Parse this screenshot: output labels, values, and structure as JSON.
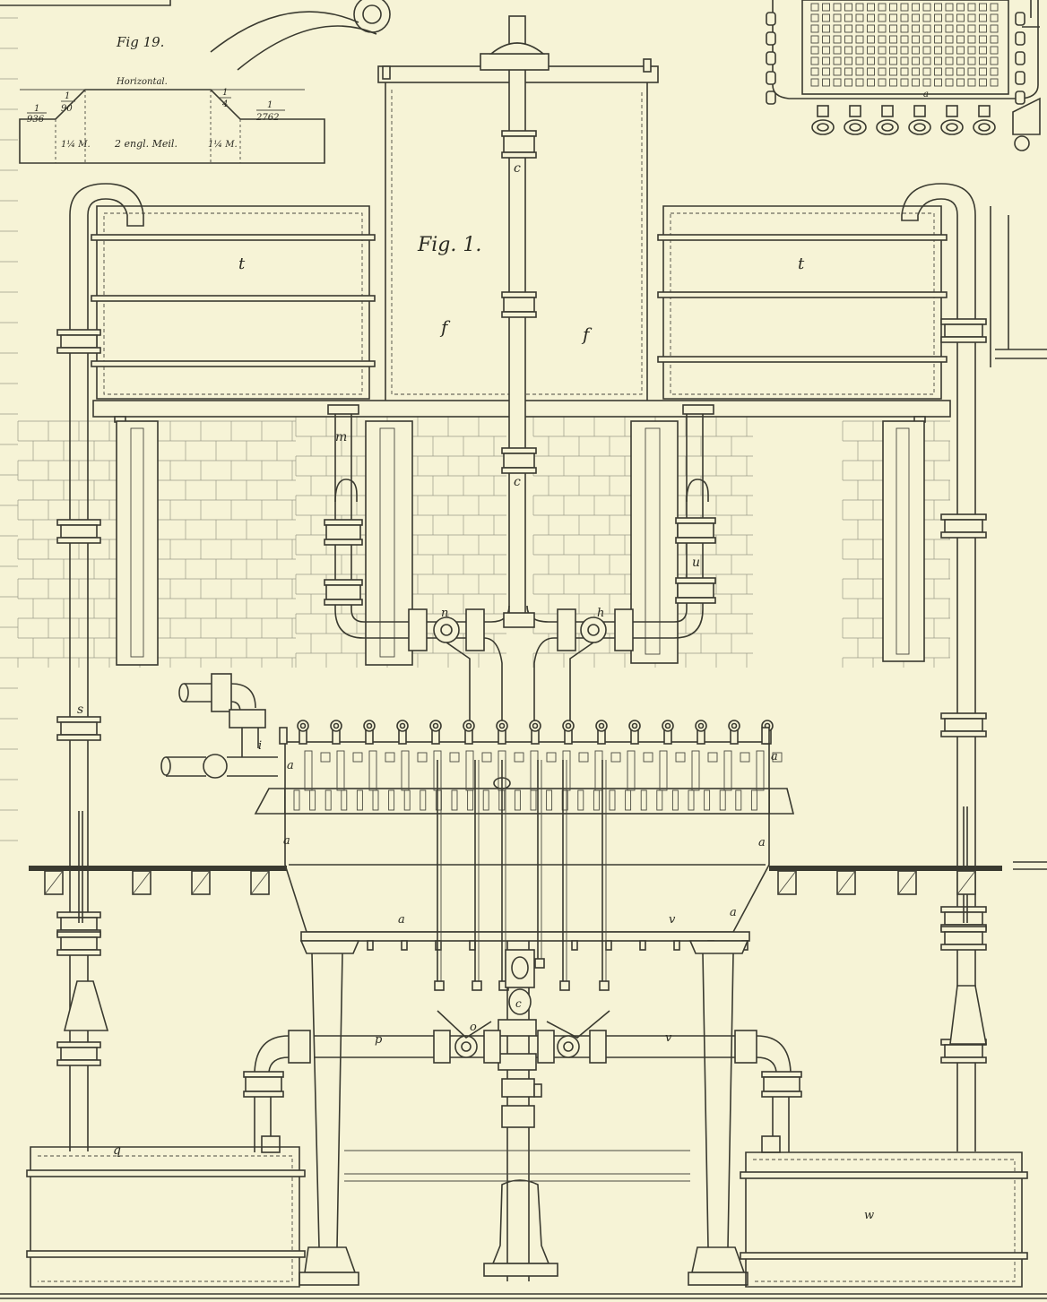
{
  "palette": {
    "paper": "#f6f3d6",
    "ink": "#3a3a30",
    "brick_line": "#9a9a88"
  },
  "fig19": {
    "title": "Fig 19.",
    "heading": "Horizontal.",
    "left_ratio_num": "1",
    "left_ratio_den": "936",
    "left_slope_num": "1",
    "left_slope_den": "90",
    "left_len": "1¼ M.",
    "mid_len": "2 engl. Meil.",
    "right_slope_num": "1",
    "right_slope_den": "4",
    "right_len": "1¼ M.",
    "right_ratio_num": "1",
    "right_ratio_den": "2762"
  },
  "fig1": {
    "title": "Fig. 1.",
    "labels": {
      "t_left": "t",
      "t_right": "t",
      "f_left": "f",
      "f_right": "f",
      "c_top": "c",
      "c_mid": "c",
      "c_low": "c",
      "m": "m",
      "u": "u",
      "n": "n",
      "h": "h",
      "s": "s",
      "i": "i",
      "a1": "a",
      "a2": "a",
      "a3": "a",
      "a4": "a",
      "a5": "a",
      "a6": "a",
      "a7": "a",
      "v1": "v",
      "v2": "v",
      "p": "p",
      "o": "o",
      "q": "q",
      "w": "w"
    }
  }
}
